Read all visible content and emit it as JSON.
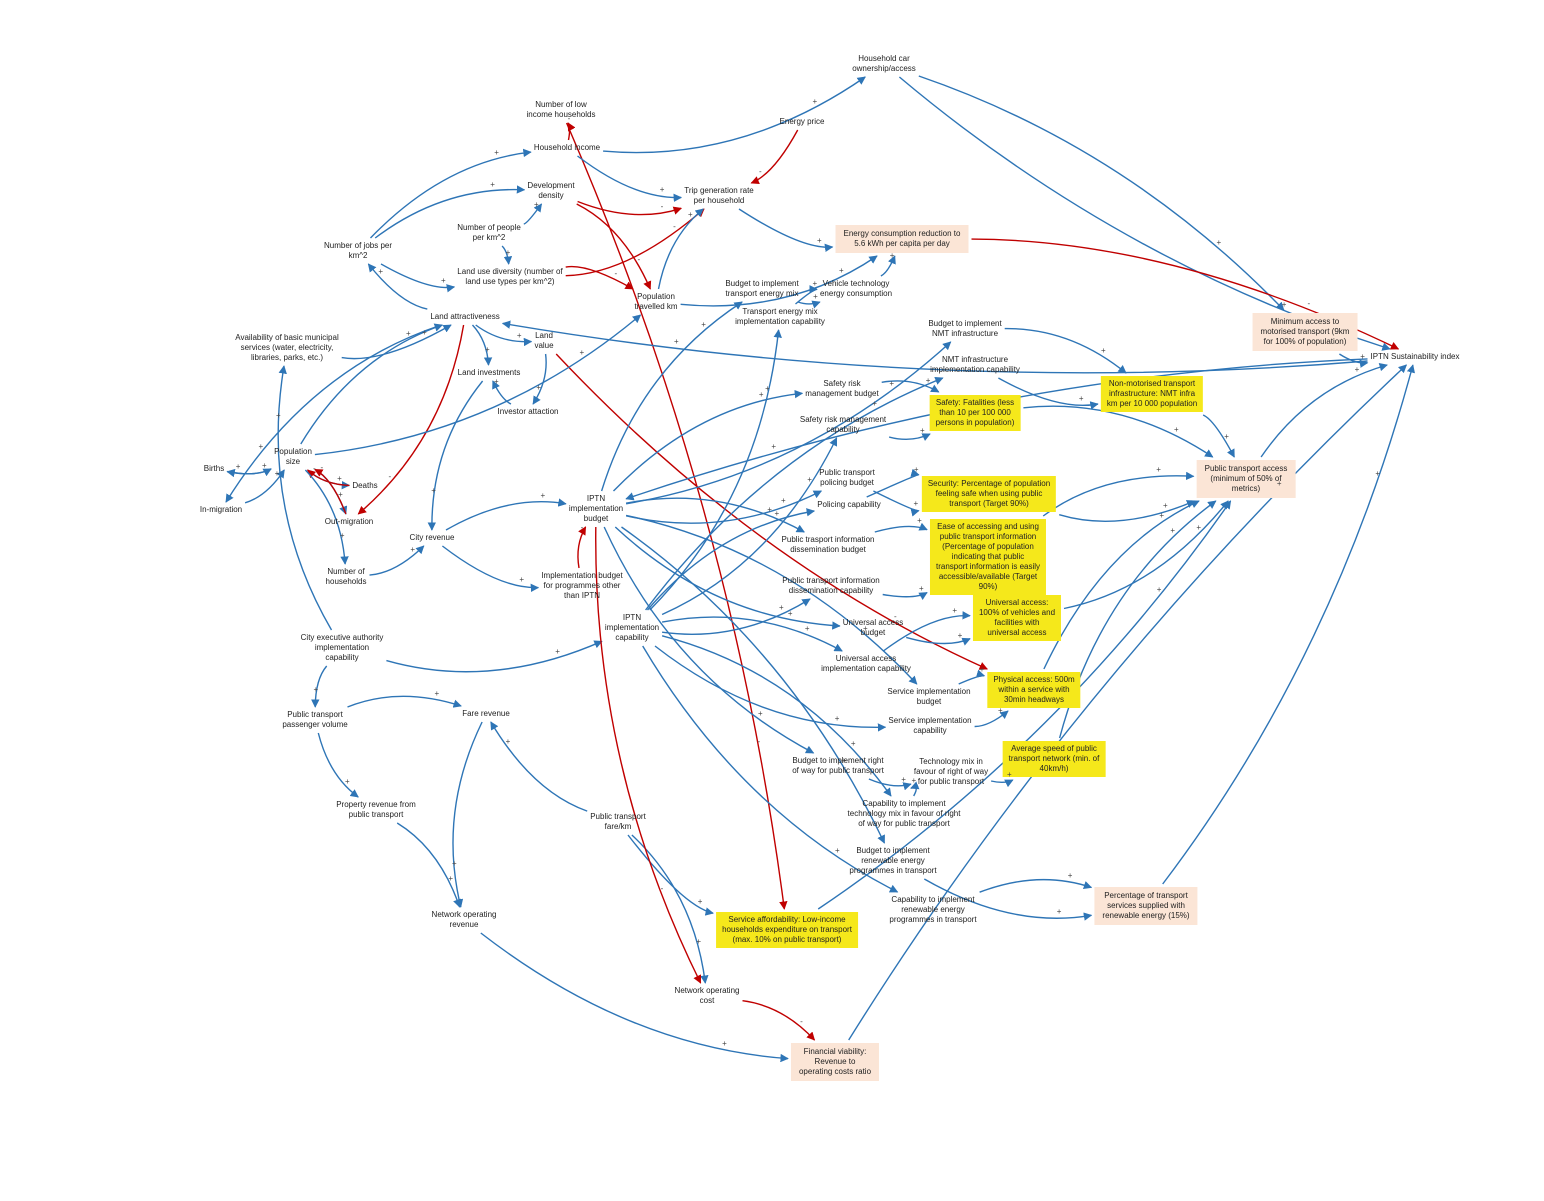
{
  "colors": {
    "positive": "#2e75b6",
    "negative": "#c00000",
    "outcome": "#fbe5d6",
    "target": "#f5e81b"
  },
  "nodes": {
    "household_car": "Household car\nownership/access",
    "low_income_hh": "Number of low\nincome households",
    "energy_price": "Energy price",
    "household_income": "Household income",
    "development_density": "Development\ndensity",
    "trip_generation": "Trip generation rate\nper household",
    "people_per_km2": "Number of people\nper km^2",
    "jobs_per_km2": "Number of jobs per\nkm^2",
    "land_use_diversity": "Land use diversity (number of\nland use types per km^2)",
    "energy_consumption": "Energy consumption reduction to\n5.6 kWh per capita per day",
    "population_km": "Population\ntravelled km",
    "budget_energy_mix": "Budget to implement\ntransport energy mix",
    "vehicle_technology": "Vehicle technology\nenergy consumption",
    "energy_mix_capability": "Transport energy mix\nimplementation capability",
    "land_attractiveness": "Land attractiveness",
    "municipal_services": "Availability of basic municipal\nservices (water, electricity,\nlibraries, parks, etc.)",
    "land_value": "Land\nvalue",
    "budget_nmt": "Budget to implement\nNMT infrastructure",
    "nmt_capability": "NMT infrastructure\nimplementation capability",
    "min_access_motorised": "Minimum access to\nmotorised transport (9km\nfor 100% of population)",
    "iptn_index": "IPTN Sustainability index",
    "land_investments": "Land investments",
    "nmt_infrastructure": "Non-motorised transport\ninfrastructure: NMT infra\nkm per 10 000 population",
    "safety_budget": "Safety risk\nmanagement budget",
    "investor_attraction": "Investor attaction",
    "safety_fatalities": "Safety: Fatalities (less\nthan 10 per 100 000\npersons in population)",
    "safety_capability": "Safety risk management\ncapability",
    "births": "Births",
    "population_size": "Population\nsize",
    "deaths": "Deaths",
    "public_transport_access": "Public transport access\n(minimum of 50% of\nmetrics)",
    "policing_budget": "Public transport\npolicing budget",
    "security": "Security: Percentage of population\nfeeling safe when using public\ntransport (Target 90%)",
    "in_migration": "In-migration",
    "policing_capability": "Policing capability",
    "iptn_budget": "IPTN\nimplementation\nbudget",
    "out_migration": "Out-migration",
    "city_revenue": "City revenue",
    "info_budget": "Public trasport information\ndissemination budget",
    "ease_info": "Ease of accessing and using\npublic transport information\n(Percentage of population\nindicating that public\ntransport information is easily\naccessible/available (Target\n90%)",
    "implementation_other": "Implementation budget\nfor programmes other\nthan IPTN",
    "number_households": "Number of\nhouseholds",
    "info_capability": "Public transport information\ndissemination capability",
    "universal_access": "Universal access:\n100% of vehicles and\nfacilities with\nuniversal access",
    "universal_budget": "Universal access\nbudget",
    "city_executive": "City executive authority\nimplementation\ncapability",
    "iptn_capability": "IPTN\nimplementation\ncapability",
    "universal_capability": "Universal access\nimplementation capability",
    "physical_access": "Physical access: 500m\nwithin a service with\n30min headways",
    "service_budget": "Service implementation\nbudget",
    "pt_passenger_volume": "Public transport\npassenger volume",
    "fare_revenue": "Fare revenue",
    "service_capability": "Service implementation\ncapability",
    "average_speed": "Average speed of public\ntransport network (min. of\n40km/h)",
    "budget_row": "Budget to implement right\nof way for public transport",
    "technology_mix": "Technology mix in\nfavour of right of way\nfor public transport",
    "property_revenue": "Property revenue from\npublic transport",
    "pt_fare_km": "Public transport\nfare/km",
    "capability_tech_mix": "Capability to implement\ntechnology mix in favour of right\nof way for public transport",
    "budget_renewable": "Budget to implement\nrenewable energy\nprogrammes in transport",
    "percentage_renewable": "Percentage of transport\nservices supplied with\nrenewable energy (15%)",
    "capability_renewable": "Capability to implement\nrenewable energy\nprogrammes in transport",
    "network_operating_revenue": "Network operating\nrevenue",
    "service_affordability": "Service affordability: Low-income\nhouseholds expenditure on transport\n(max. 10% on public transport)",
    "network_operating_cost": "Network operating\ncost",
    "financial_viability": "Financial viability:\nRevenue to\noperating costs ratio"
  },
  "edges": [
    {
      "from": "household_income",
      "to": "household_car",
      "polarity": "+"
    },
    {
      "from": "household_car",
      "to": "min_access_motorised",
      "polarity": "+"
    },
    {
      "from": "household_car",
      "to": "iptn_index",
      "polarity": "+"
    },
    {
      "from": "low_income_hh",
      "to": "service_affordability",
      "polarity": "-"
    },
    {
      "from": "household_income",
      "to": "low_income_hh",
      "polarity": "-"
    },
    {
      "from": "energy_price",
      "to": "trip_generation",
      "polarity": "-"
    },
    {
      "from": "household_income",
      "to": "trip_generation",
      "polarity": "+"
    },
    {
      "from": "jobs_per_km2",
      "to": "household_income",
      "polarity": "+"
    },
    {
      "from": "development_density",
      "to": "trip_generation",
      "polarity": "-"
    },
    {
      "from": "development_density",
      "to": "population_km",
      "polarity": "-"
    },
    {
      "from": "people_per_km2",
      "to": "development_density",
      "polarity": "+"
    },
    {
      "from": "jobs_per_km2",
      "to": "development_density",
      "polarity": "+"
    },
    {
      "from": "jobs_per_km2",
      "to": "land_use_diversity",
      "polarity": "+"
    },
    {
      "from": "people_per_km2",
      "to": "land_use_diversity",
      "polarity": "+"
    },
    {
      "from": "land_use_diversity",
      "to": "trip_generation",
      "polarity": "-"
    },
    {
      "from": "land_use_diversity",
      "to": "population_km",
      "polarity": "-"
    },
    {
      "from": "trip_generation",
      "to": "energy_consumption",
      "polarity": "+"
    },
    {
      "from": "population_km",
      "to": "trip_generation",
      "polarity": "+"
    },
    {
      "from": "population_km",
      "to": "energy_consumption",
      "polarity": "+"
    },
    {
      "from": "energy_consumption",
      "to": "iptn_index",
      "polarity": "-"
    },
    {
      "from": "budget_energy_mix",
      "to": "vehicle_technology",
      "polarity": "+"
    },
    {
      "from": "energy_mix_capability",
      "to": "vehicle_technology",
      "polarity": "+"
    },
    {
      "from": "vehicle_technology",
      "to": "energy_consumption",
      "polarity": "+"
    },
    {
      "from": "land_attractiveness",
      "to": "jobs_per_km2",
      "polarity": "+"
    },
    {
      "from": "land_attractiveness",
      "to": "land_value",
      "polarity": "+"
    },
    {
      "from": "land_attractiveness",
      "to": "land_investments",
      "polarity": "+"
    },
    {
      "from": "land_attractiveness",
      "to": "in_migration",
      "polarity": "+"
    },
    {
      "from": "land_attractiveness",
      "to": "out_migration",
      "polarity": "-"
    },
    {
      "from": "municipal_services",
      "to": "land_attractiveness",
      "polarity": "+"
    },
    {
      "from": "land_value",
      "to": "investor_attraction",
      "polarity": "+"
    },
    {
      "from": "land_value",
      "to": "physical_access",
      "polarity": "-"
    },
    {
      "from": "investor_attraction",
      "to": "land_investments",
      "polarity": "+"
    },
    {
      "from": "land_investments",
      "to": "city_revenue",
      "polarity": "+"
    },
    {
      "from": "budget_nmt",
      "to": "nmt_infrastructure",
      "polarity": "+"
    },
    {
      "from": "nmt_capability",
      "to": "nmt_infrastructure",
      "polarity": "+"
    },
    {
      "from": "nmt_infrastructure",
      "to": "public_transport_access",
      "polarity": "+"
    },
    {
      "from": "min_access_motorised",
      "to": "iptn_index",
      "polarity": "+"
    },
    {
      "from": "safety_budget",
      "to": "safety_fatalities",
      "polarity": "+"
    },
    {
      "from": "safety_capability",
      "to": "safety_fatalities",
      "polarity": "+"
    },
    {
      "from": "safety_fatalities",
      "to": "public_transport_access",
      "polarity": "+"
    },
    {
      "from": "births",
      "to": "population_size",
      "polarity": "+"
    },
    {
      "from": "population_size",
      "to": "births",
      "polarity": "+"
    },
    {
      "from": "population_size",
      "to": "deaths",
      "polarity": "+"
    },
    {
      "from": "deaths",
      "to": "population_size",
      "polarity": "-"
    },
    {
      "from": "in_migration",
      "to": "population_size",
      "polarity": "+"
    },
    {
      "from": "population_size",
      "to": "out_migration",
      "polarity": "+"
    },
    {
      "from": "out_migration",
      "to": "population_size",
      "polarity": "-"
    },
    {
      "from": "population_size",
      "to": "number_households",
      "polarity": "+"
    },
    {
      "from": "population_size",
      "to": "population_km",
      "polarity": "+"
    },
    {
      "from": "population_size",
      "to": "land_attractiveness",
      "polarity": "+"
    },
    {
      "from": "number_households",
      "to": "city_revenue",
      "polarity": "+"
    },
    {
      "from": "city_revenue",
      "to": "iptn_budget",
      "polarity": "+"
    },
    {
      "from": "city_revenue",
      "to": "implementation_other",
      "polarity": "+"
    },
    {
      "from": "implementation_other",
      "to": "iptn_budget",
      "polarity": "-"
    },
    {
      "from": "policing_budget",
      "to": "security",
      "polarity": "+"
    },
    {
      "from": "policing_capability",
      "to": "security",
      "polarity": "+"
    },
    {
      "from": "security",
      "to": "public_transport_access",
      "polarity": "+"
    },
    {
      "from": "info_budget",
      "to": "ease_info",
      "polarity": "+"
    },
    {
      "from": "info_capability",
      "to": "ease_info",
      "polarity": "+"
    },
    {
      "from": "ease_info",
      "to": "public_transport_access",
      "polarity": "+"
    },
    {
      "from": "universal_budget",
      "to": "universal_access",
      "polarity": "+"
    },
    {
      "from": "universal_capability",
      "to": "universal_access",
      "polarity": "+"
    },
    {
      "from": "universal_access",
      "to": "public_transport_access",
      "polarity": "+"
    },
    {
      "from": "service_budget",
      "to": "physical_access",
      "polarity": "+"
    },
    {
      "from": "service_capability",
      "to": "physical_access",
      "polarity": "+"
    },
    {
      "from": "physical_access",
      "to": "public_transport_access",
      "polarity": "+"
    },
    {
      "from": "budget_row",
      "to": "technology_mix",
      "polarity": "+"
    },
    {
      "from": "capability_tech_mix",
      "to": "technology_mix",
      "polarity": "+"
    },
    {
      "from": "technology_mix",
      "to": "average_speed",
      "polarity": "+"
    },
    {
      "from": "average_speed",
      "to": "public_transport_access",
      "polarity": "+"
    },
    {
      "from": "budget_renewable",
      "to": "percentage_renewable",
      "polarity": "+"
    },
    {
      "from": "capability_renewable",
      "to": "percentage_renewable",
      "polarity": "+"
    },
    {
      "from": "percentage_renewable",
      "to": "iptn_index",
      "polarity": "+"
    },
    {
      "from": "public_transport_access",
      "to": "iptn_index",
      "polarity": "+"
    },
    {
      "from": "city_executive",
      "to": "iptn_capability",
      "polarity": "+"
    },
    {
      "from": "city_executive",
      "to": "municipal_services",
      "polarity": "+"
    },
    {
      "from": "city_executive",
      "to": "pt_passenger_volume",
      "polarity": "+"
    },
    {
      "from": "pt_passenger_volume",
      "to": "fare_revenue",
      "polarity": "+"
    },
    {
      "from": "pt_passenger_volume",
      "to": "property_revenue",
      "polarity": "+"
    },
    {
      "from": "property_revenue",
      "to": "network_operating_revenue",
      "polarity": "+"
    },
    {
      "from": "fare_revenue",
      "to": "network_operating_revenue",
      "polarity": "+"
    },
    {
      "from": "pt_fare_km",
      "to": "fare_revenue",
      "polarity": "+"
    },
    {
      "from": "pt_fare_km",
      "to": "service_affordability",
      "polarity": "+"
    },
    {
      "from": "pt_fare_km",
      "to": "network_operating_cost",
      "polarity": "+"
    },
    {
      "from": "network_operating_revenue",
      "to": "financial_viability",
      "polarity": "+"
    },
    {
      "from": "network_operating_cost",
      "to": "financial_viability",
      "polarity": "-"
    },
    {
      "from": "iptn_budget",
      "to": "network_operating_cost",
      "polarity": "-"
    },
    {
      "from": "financial_viability",
      "to": "iptn_index",
      "polarity": "+"
    },
    {
      "from": "service_affordability",
      "to": "public_transport_access",
      "polarity": "+"
    },
    {
      "from": "iptn_budget",
      "to": "budget_energy_mix",
      "polarity": "+"
    },
    {
      "from": "iptn_budget",
      "to": "budget_nmt",
      "polarity": "+"
    },
    {
      "from": "iptn_budget",
      "to": "safety_budget",
      "polarity": "+"
    },
    {
      "from": "iptn_budget",
      "to": "policing_budget",
      "polarity": "+"
    },
    {
      "from": "iptn_budget",
      "to": "info_budget",
      "polarity": "+"
    },
    {
      "from": "iptn_budget",
      "to": "universal_budget",
      "polarity": "+"
    },
    {
      "from": "iptn_budget",
      "to": "service_budget",
      "polarity": "+"
    },
    {
      "from": "iptn_budget",
      "to": "budget_row",
      "polarity": "+"
    },
    {
      "from": "iptn_budget",
      "to": "budget_renewable",
      "polarity": "+"
    },
    {
      "from": "iptn_capability",
      "to": "energy_mix_capability",
      "polarity": "+"
    },
    {
      "from": "iptn_capability",
      "to": "nmt_capability",
      "polarity": "+"
    },
    {
      "from": "iptn_capability",
      "to": "safety_capability",
      "polarity": "+"
    },
    {
      "from": "iptn_capability",
      "to": "policing_capability",
      "polarity": "+"
    },
    {
      "from": "iptn_capability",
      "to": "info_capability",
      "polarity": "+"
    },
    {
      "from": "iptn_capability",
      "to": "universal_capability",
      "polarity": "+"
    },
    {
      "from": "iptn_capability",
      "to": "service_capability",
      "polarity": "+"
    },
    {
      "from": "iptn_capability",
      "to": "capability_tech_mix",
      "polarity": "+"
    },
    {
      "from": "iptn_capability",
      "to": "capability_renewable",
      "polarity": "+"
    },
    {
      "from": "iptn_index",
      "to": "land_attractiveness",
      "polarity": "+"
    },
    {
      "from": "iptn_index",
      "to": "iptn_budget",
      "polarity": "+"
    }
  ]
}
